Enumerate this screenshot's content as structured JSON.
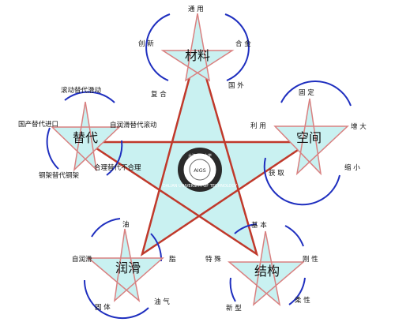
{
  "colors": {
    "star_stroke": "#c0392b",
    "star_fill": "#c9f1f1",
    "arc_stroke": "#1f2fbf",
    "small_star_stroke": "#d98080",
    "small_star_fill": "#c9f1f1"
  },
  "center_logo": {
    "top_text": "大连理工大学",
    "center_text": "AIGS",
    "bottom_text": "DALIAN UNIVERSITY OF TECHNOLOGY"
  },
  "nodes": {
    "materials": {
      "label": "材料",
      "terms": [
        "通 用",
        "创 新",
        "合 金",
        "复 合",
        "国 外"
      ]
    },
    "space": {
      "label": "空间",
      "terms": [
        "固 定",
        "利 用",
        "增 大",
        "获 取",
        "缩 小"
      ]
    },
    "substitution": {
      "label": "替代",
      "terms": [
        "滚动替代滑动",
        "国产替代进口",
        "自润滑替代滚动",
        "钢架替代钢架",
        "合理替代不合理"
      ]
    },
    "lubrication": {
      "label": "润滑",
      "terms": [
        "油",
        "自润滑",
        "脂",
        "固 体",
        "油 气"
      ]
    },
    "structure": {
      "label": "结构",
      "terms": [
        "基 本",
        "特 殊",
        "刚 性",
        "新 型",
        "柔 性"
      ]
    }
  }
}
